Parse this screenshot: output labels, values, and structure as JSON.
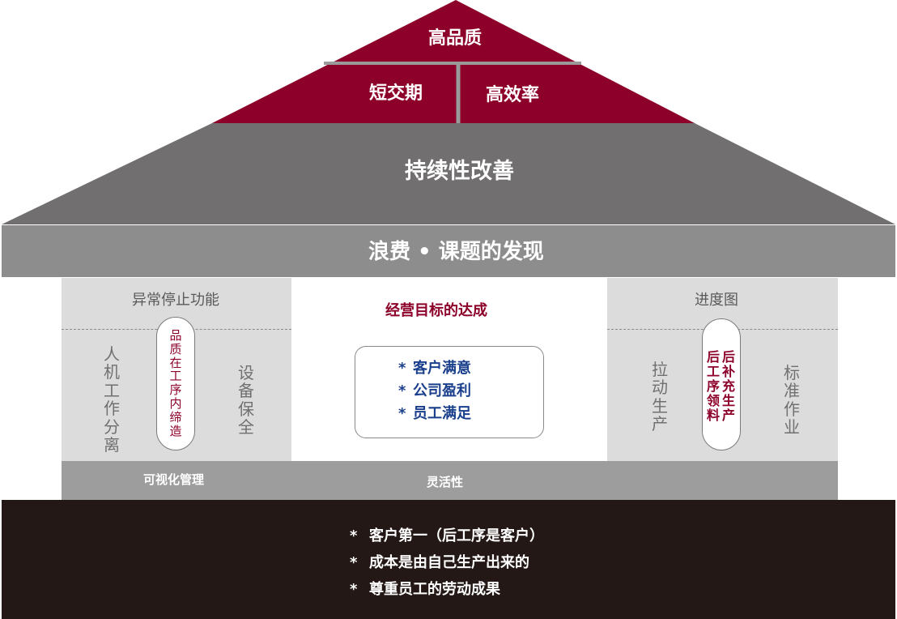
{
  "roof": {
    "peak": "高品质",
    "left": "短交期",
    "right": "高效率",
    "improvement": "持续性改善"
  },
  "band": {
    "label": "浪费 • 课题的发现"
  },
  "left_pillar": {
    "title": "异常停止功能",
    "col1": [
      "人",
      "机",
      "工",
      "作",
      "分",
      "离"
    ],
    "capsule": [
      "品",
      "质",
      "在",
      "工",
      "序",
      "内",
      "缔",
      "造"
    ],
    "col2": [
      "设",
      "备",
      "保",
      "全"
    ]
  },
  "center": {
    "title": "经营目标的达成",
    "items": [
      "客户满意",
      "公司盈利",
      "员工满足"
    ],
    "star": "*"
  },
  "right_pillar": {
    "title": "进度图",
    "col1": [
      "拉",
      "动",
      "生",
      "产"
    ],
    "capsule_a": [
      "后",
      "工",
      "序",
      "领",
      "料"
    ],
    "capsule_b": [
      "后",
      "补",
      "充",
      "生",
      "产"
    ],
    "col2": [
      "标",
      "准",
      "作",
      "业"
    ]
  },
  "floor": {
    "left": "可视化管理",
    "center": "灵活性"
  },
  "foundation": {
    "star": "*",
    "items": [
      "客户第一（后工序是客户）",
      "成本是由自己生产出来的",
      "尊重员工的劳动成果"
    ]
  },
  "colors": {
    "roof_red": "#8c0029",
    "roof_gray": "#716f70",
    "band_gray": "#8e8d8d",
    "pillar_gray": "#dddcdc",
    "floor_gray": "#9e9d9d",
    "foundation": "#231815",
    "goal_blue": "#1a3f8c"
  }
}
